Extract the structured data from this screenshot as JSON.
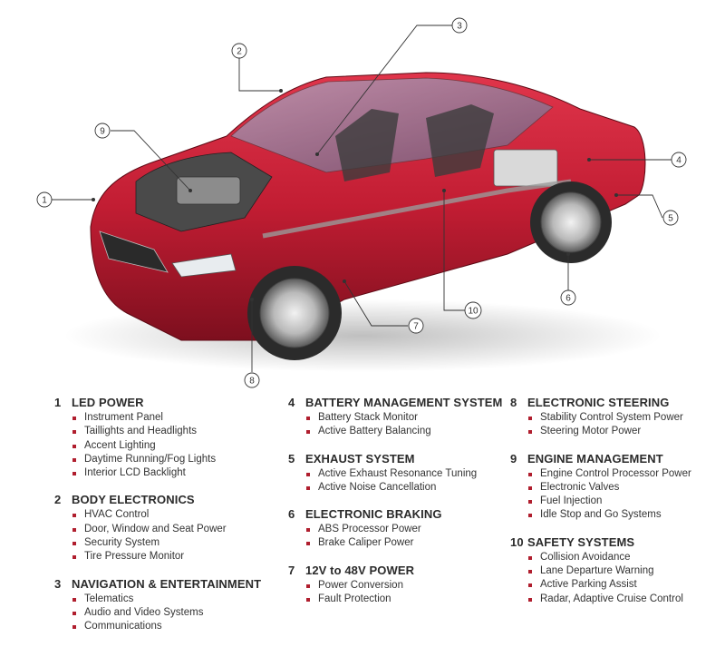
{
  "callouts": [
    "1",
    "2",
    "3",
    "4",
    "5",
    "6",
    "7",
    "8",
    "9",
    "10"
  ],
  "colors": {
    "car_body": "#c21d33",
    "car_shadow": "#7d0f1e",
    "bullet": "#b01e2e",
    "text": "#2b2b2b"
  },
  "systems": [
    {
      "num": "1",
      "title": "LED POWER",
      "items": [
        "Instrument Panel",
        "Taillights and Headlights",
        "Accent Lighting",
        "Daytime Running/Fog Lights",
        "Interior LCD Backlight"
      ]
    },
    {
      "num": "2",
      "title": "BODY ELECTRONICS",
      "items": [
        "HVAC Control",
        "Door, Window and Seat Power",
        "Security System",
        "Tire Pressure Monitor"
      ]
    },
    {
      "num": "3",
      "title": "NAVIGATION & ENTERTAINMENT",
      "items": [
        "Telematics",
        "Audio and Video Systems",
        "Communications"
      ]
    },
    {
      "num": "4",
      "title": "BATTERY MANAGEMENT SYSTEM",
      "items": [
        "Battery Stack Monitor",
        "Active Battery Balancing"
      ]
    },
    {
      "num": "5",
      "title": "EXHAUST SYSTEM",
      "items": [
        "Active Exhaust Resonance Tuning",
        "Active Noise Cancellation"
      ]
    },
    {
      "num": "6",
      "title": "ELECTRONIC BRAKING",
      "items": [
        "ABS Processor Power",
        "Brake Caliper Power"
      ]
    },
    {
      "num": "7",
      "title": "12V to 48V POWER",
      "items": [
        "Power Conversion",
        "Fault Protection"
      ]
    },
    {
      "num": "8",
      "title": "ELECTRONIC STEERING",
      "items": [
        "Stability Control System Power",
        "Steering Motor Power"
      ]
    },
    {
      "num": "9",
      "title": "ENGINE MANAGEMENT",
      "items": [
        "Engine Control Processor Power",
        "Electronic Valves",
        "Fuel Injection",
        "Idle Stop and Go Systems"
      ]
    },
    {
      "num": "10",
      "title": "SAFETY SYSTEMS",
      "items": [
        "Collision Avoidance",
        "Lane Departure Warning",
        "Active Parking Assist",
        "Radar, Adaptive Cruise Control"
      ]
    }
  ]
}
